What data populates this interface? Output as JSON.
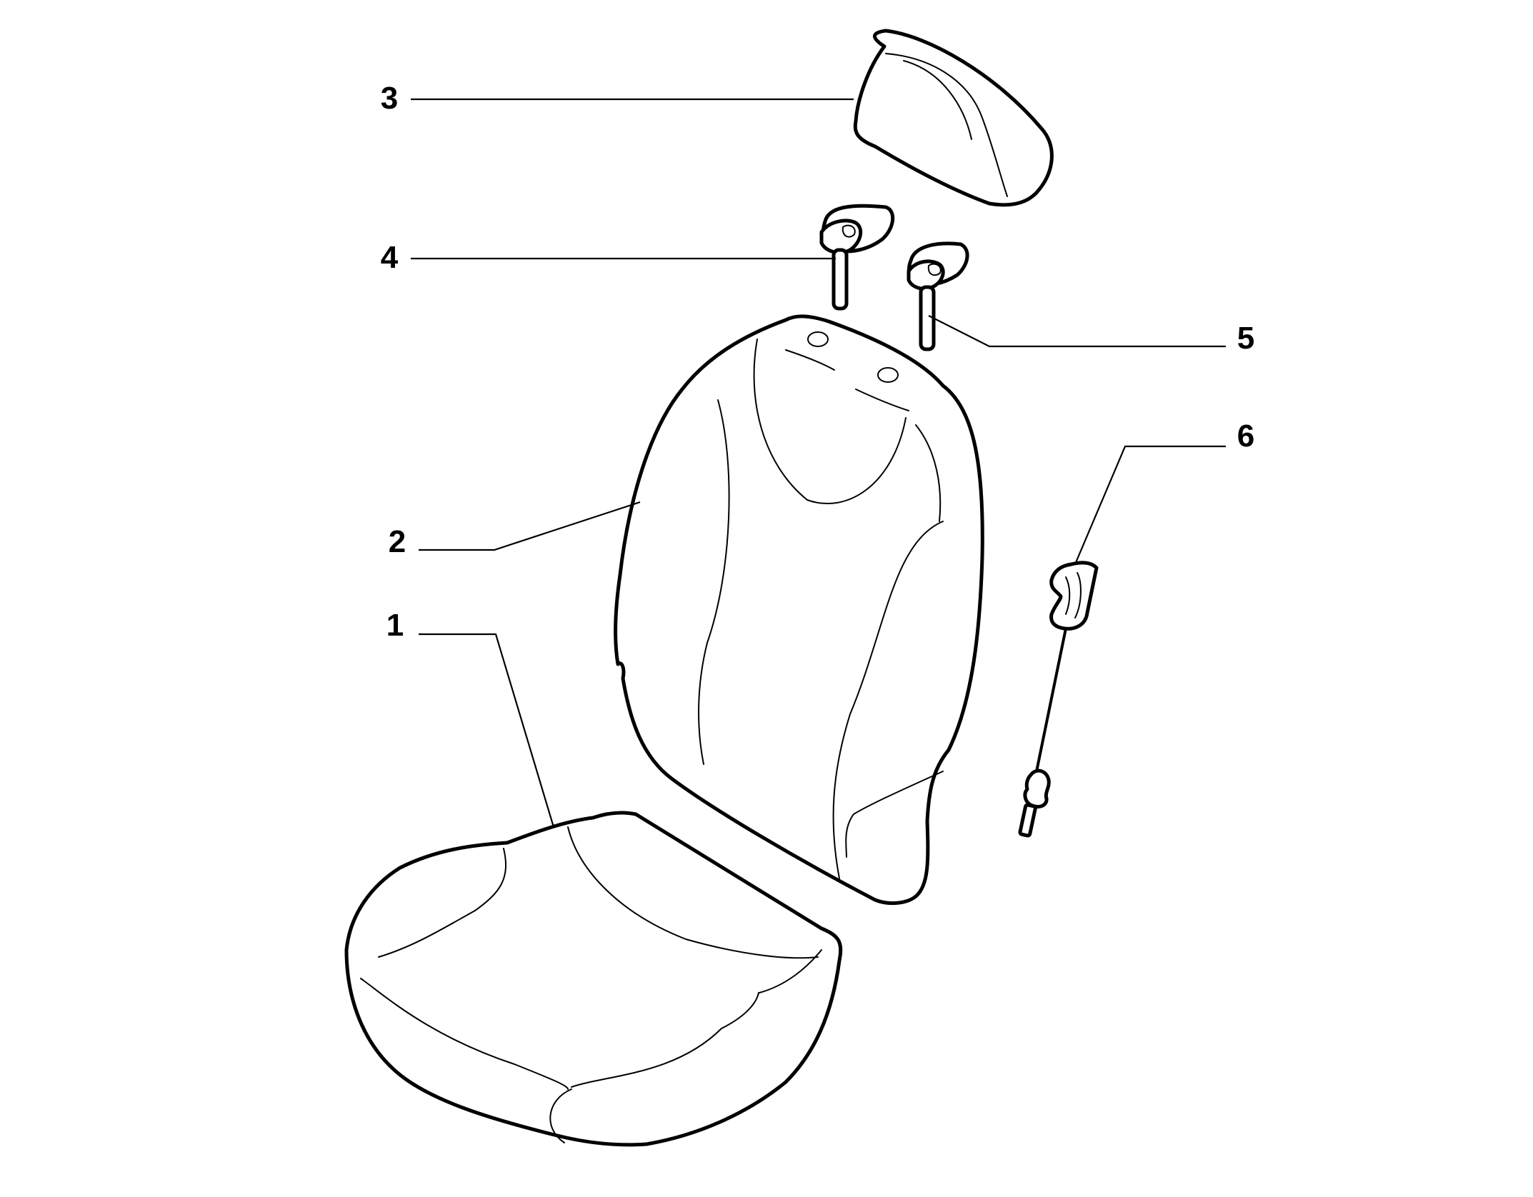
{
  "callouts": [
    {
      "id": "1",
      "label": "1",
      "part": "seat-cushion"
    },
    {
      "id": "2",
      "label": "2",
      "part": "seat-backrest"
    },
    {
      "id": "3",
      "label": "3",
      "part": "headrest"
    },
    {
      "id": "4",
      "label": "4",
      "part": "headrest-guide-left"
    },
    {
      "id": "5",
      "label": "5",
      "part": "headrest-guide-right"
    },
    {
      "id": "6",
      "label": "6",
      "part": "release-cable"
    }
  ],
  "colors": {
    "line": "#000000",
    "background": "#ffffff"
  }
}
